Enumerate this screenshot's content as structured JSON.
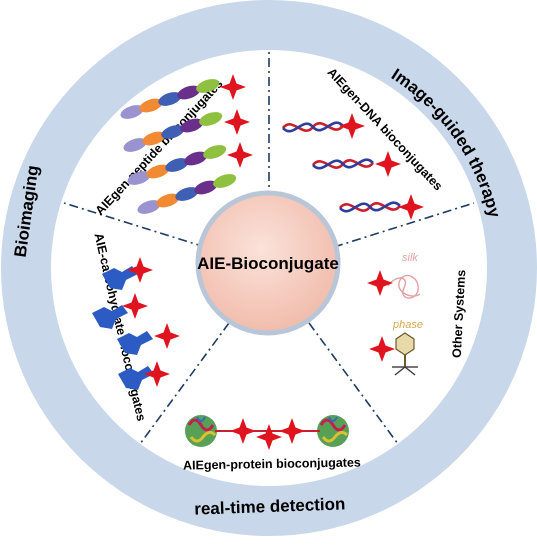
{
  "diagram": {
    "center": {
      "label": "AIE-Bioconjugate"
    },
    "outer_ring": {
      "left": "Bioimaging",
      "right": "Image-guided therapy",
      "bottom": "real-time detection"
    },
    "sectors": {
      "peptide": "AIEgen-peptide bioconjugates",
      "dna": "AIEgen-DNA bioconjugates",
      "other": "Other Systems",
      "protein": "AIEgen-protein bioconjugates",
      "carbohydrate": "AIE-carbohydrate bioconjugates"
    },
    "other_items": {
      "silk": "silk",
      "phase": "phase"
    }
  },
  "colors": {
    "ring": "#c9d7ea",
    "disc": "#ffffff",
    "center_fill": "#f6cdc0",
    "center_stroke": "#b9c6d8",
    "divider": "#1f3b63",
    "star": "#e0141e",
    "dna_red": "#c8202d",
    "dna_blue": "#2e3f9b",
    "carbohydrate": "#2c5bc4",
    "silk": "#e3a0a0",
    "phase": "#d4a84d"
  },
  "icons": {
    "star": "four-point-star-icon",
    "peptide": "peptide-chain-icon",
    "dna": "dna-helix-icon",
    "carbohydrate": "carbohydrate-icon",
    "protein": "protein-structure-icon",
    "silk": "silk-thread-icon",
    "phage": "phage-icon"
  }
}
